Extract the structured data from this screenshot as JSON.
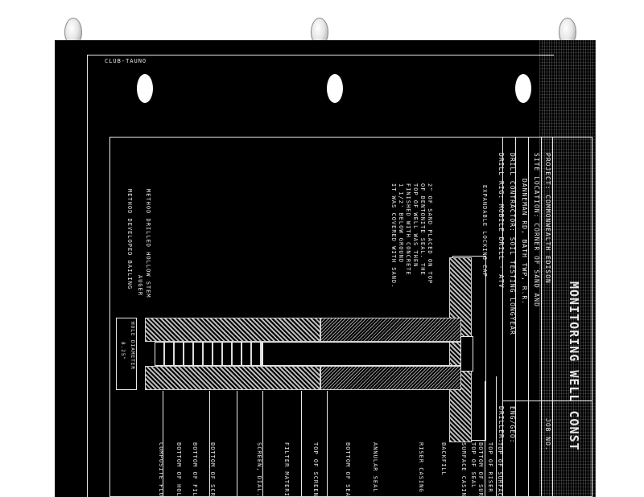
{
  "document": {
    "title": "MONITORING WELL CONST",
    "corner_code": "CLUB-TAUNO",
    "header": {
      "project": "PROJECT:  COMMONWEALTH EDISON",
      "site_location_1": "SITE LOCATION: CORNER OF SAND AND",
      "site_location_2": "DANNEMAN RD, BATH TWP, R.R.",
      "drill_contractor": "DRILL CONTRACTOR: SOIL TESTING LONGYEAR",
      "drill_rig": "DRILL RIG: MOBILE DRILL - ATV",
      "job_no": "JOB NO.",
      "eng_geo": "ENG/GEO:",
      "driller": "DRILLER:"
    },
    "notes": {
      "locking_cap": "EXPANDABLE LOCKING CAP",
      "note_lines": [
        "2\" OF SAND PLACED ON TOP",
        "OF BENTONITE SEAL. THE",
        "TOP OF WELL WAS THEN",
        "FINISHED WITH CONCRETE",
        "1 1/2' BELOW GROUND",
        "IT WAS COVERED WITH SAND."
      ],
      "method_drilled": "METHOD DRILLED    HOLLOW STEM",
      "method_drilled_2": "AUGER",
      "method_developed": "METHOD DEVELOPED   BAILING",
      "hole_diameter_label": "HOLE DIAMETER",
      "hole_diameter_value": "8.25\""
    },
    "right_labels": [
      "TOP OF SURFACE CAS",
      "TOP OF RISER CASIN",
      "BOTTOM OF SURF",
      "TOP OF SEAL",
      "SURFACE CASING",
      "BACKFILL",
      "RISER CASING",
      "ANNULAR SEAL",
      "BOTTOM OF SEAL",
      "TOP OF SCREEN",
      "FILTER MATERIAL",
      "SCREEN, DIAL. S",
      "BOTTOM OF SCRE",
      "BOTTOM OF FILT",
      "BOTTOM OF HOLE",
      "COMPOSITE FLUS"
    ]
  }
}
